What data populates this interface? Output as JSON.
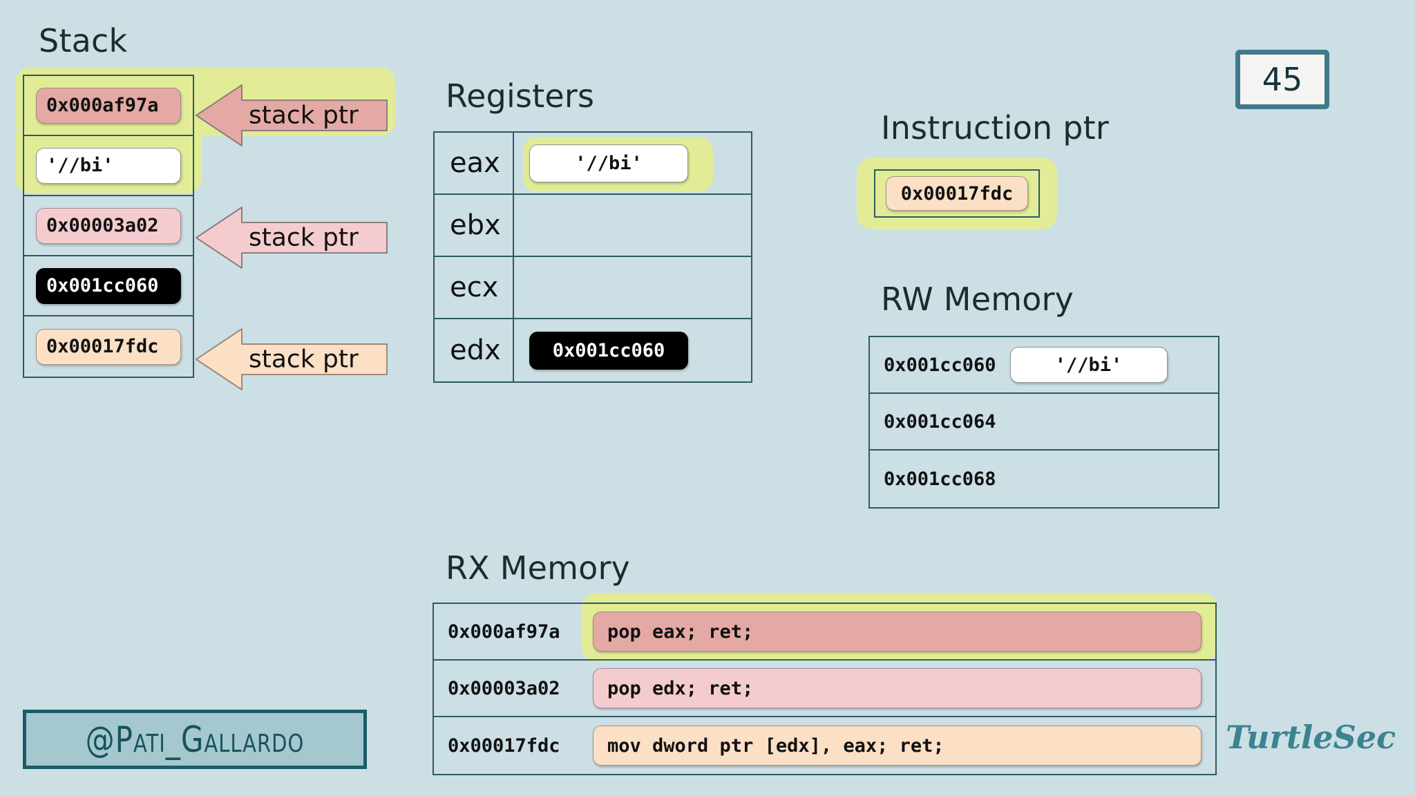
{
  "slide": {
    "number": "45",
    "background_color": "#cbdfe5",
    "accent_color": "#2c5a60",
    "highlight_color": "#e2ec96"
  },
  "stack": {
    "title": "Stack",
    "cells": [
      {
        "value": "0x000af97a",
        "style": "salmon",
        "highlighted": true
      },
      {
        "value": "'//bi'",
        "style": "white",
        "highlighted": true
      },
      {
        "value": "0x00003a02",
        "style": "pink",
        "highlighted": false
      },
      {
        "value": "0x001cc060",
        "style": "black",
        "highlighted": false
      },
      {
        "value": "0x00017fdc",
        "style": "peach",
        "highlighted": false
      }
    ],
    "pointers": [
      {
        "label": "stack ptr",
        "color": "#e4a9a4"
      },
      {
        "label": "stack ptr",
        "color": "#f4ccd0"
      },
      {
        "label": "stack ptr",
        "color": "#fbe0c6"
      }
    ]
  },
  "registers": {
    "title": "Registers",
    "rows": [
      {
        "name": "eax",
        "value": "'//bi'",
        "style": "white",
        "highlighted": true
      },
      {
        "name": "ebx",
        "value": "",
        "style": "none",
        "highlighted": false
      },
      {
        "name": "ecx",
        "value": "",
        "style": "none",
        "highlighted": false
      },
      {
        "name": "edx",
        "value": "0x001cc060",
        "style": "black",
        "highlighted": false
      }
    ]
  },
  "instruction_ptr": {
    "title": "Instruction ptr",
    "value": "0x00017fdc",
    "style": "peach",
    "highlighted": true
  },
  "rw_memory": {
    "title": "RW Memory",
    "rows": [
      {
        "address": "0x001cc060",
        "value": "'//bi'",
        "style": "white"
      },
      {
        "address": "0x001cc064",
        "value": "",
        "style": "none"
      },
      {
        "address": "0x001cc068",
        "value": "",
        "style": "none"
      }
    ]
  },
  "rx_memory": {
    "title": "RX Memory",
    "rows": [
      {
        "address": "0x000af97a",
        "instruction": "pop eax; ret;",
        "style": "salmon",
        "highlighted": true
      },
      {
        "address": "0x00003a02",
        "instruction": "pop edx; ret;",
        "style": "pink",
        "highlighted": false
      },
      {
        "address": "0x00017fdc",
        "instruction": "mov dword ptr [edx], eax; ret;",
        "style": "peach",
        "highlighted": false
      }
    ]
  },
  "footer": {
    "handle": "@Pati_Gallardo",
    "brand": "TurtleSec"
  }
}
